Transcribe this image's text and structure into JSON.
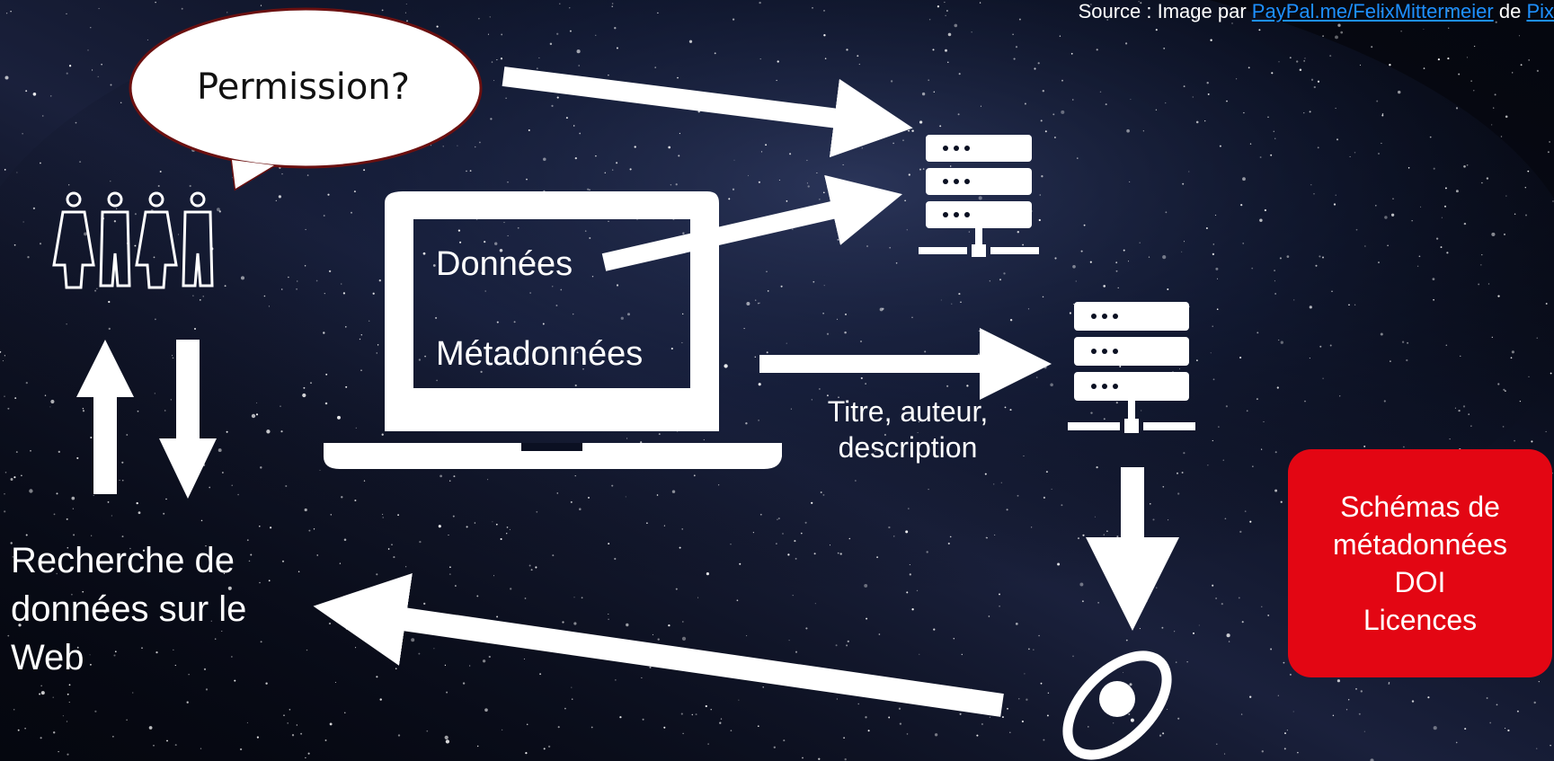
{
  "source": {
    "prefix": "Source : Image par ",
    "author_link": "PayPal.me/FelixMittermeier",
    "middle": " de ",
    "site_link": "Pix"
  },
  "bubble": {
    "text": "Permission?"
  },
  "laptop": {
    "line1": "Données",
    "line2": "Métadonnées"
  },
  "metadata_caption": {
    "line1": "Titre, auteur,",
    "line2": "description"
  },
  "search": {
    "line1": "Recherche de",
    "line2": "données sur le",
    "line3": "Web"
  },
  "info_box": {
    "lines": [
      "Schémas de",
      "métadonnées",
      "DOI",
      "Licences"
    ],
    "color": "#e30613"
  },
  "icons": [
    "people-icon",
    "laptop-icon",
    "server-icon",
    "server-icon",
    "planet-icon",
    "speech-bubble-icon"
  ],
  "colors": {
    "background": "#05070f",
    "foreground": "#ffffff",
    "accent": "#e30613",
    "link": "#1e90ff"
  }
}
